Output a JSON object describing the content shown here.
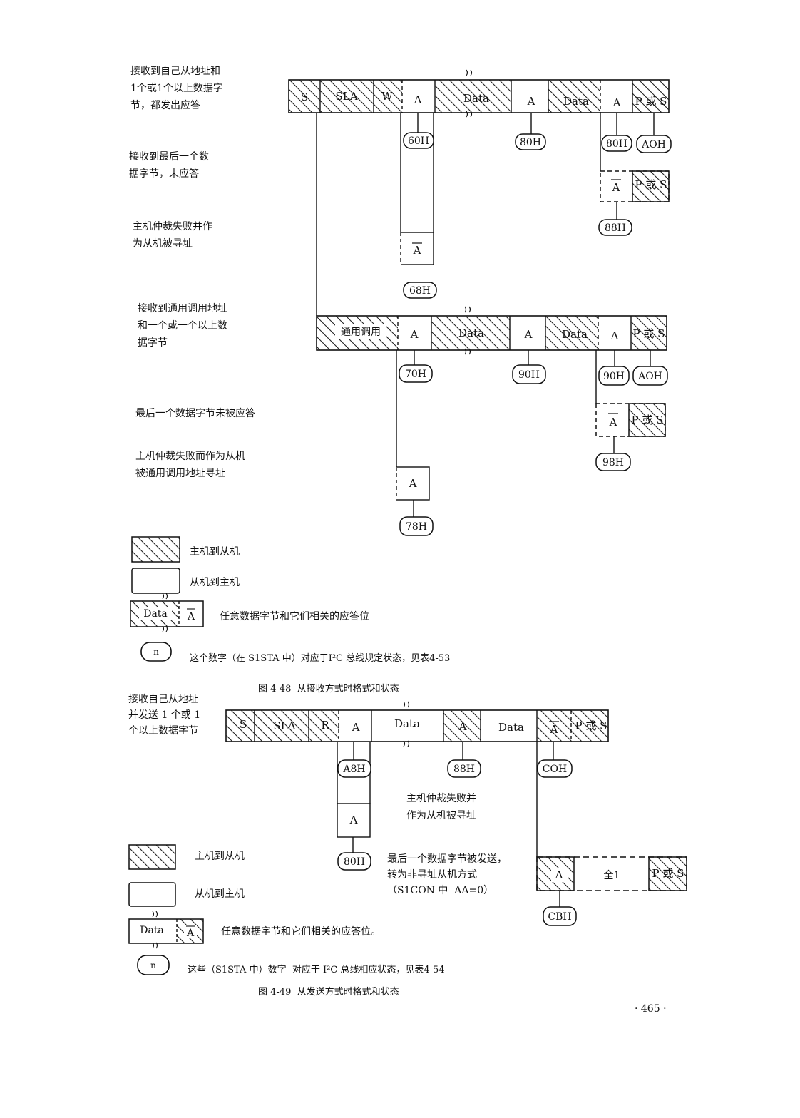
{
  "diagram1": {
    "row_labels": [
      "接收到自己从地址和\n1个或1个以上数据字\n节，都发出应答",
      "接收到最后一个数\n据字节，未应答",
      "主机仲裁失败并作\n为从机被寻址",
      "接收到通用调用地址\n和一个或一个以上数\n据字节",
      "最后一个数据字节未被应答",
      "主机仲裁失败而作为从机\n被通用调用地址寻址"
    ],
    "frame_main": [
      "S",
      "SLA",
      "W",
      "A",
      "Data",
      "A",
      "Data",
      "A",
      "P 或 S"
    ],
    "frame_nack": [
      "A",
      "P 或 S"
    ],
    "frame_lost": [
      "A"
    ],
    "frame_general": [
      "通用调用",
      "A",
      "Data",
      "A",
      "Data",
      "A",
      "P 或 S"
    ],
    "frame_general_nack": [
      "A",
      "P 或 S"
    ],
    "frame_general_lost": [
      "A"
    ],
    "states": {
      "s60": "60H",
      "s80a": "80H",
      "s80b": "80H",
      "sA0a": "AOH",
      "s88": "88H",
      "s68": "68H",
      "s70": "70H",
      "s90a": "90H",
      "s90b": "90H",
      "sA0b": "AOH",
      "s98": "98H",
      "s78": "78H"
    },
    "legend": {
      "master_to_slave": "主机到从机",
      "slave_to_master": "从机到主机",
      "data_ack": "任意数据字节和它们相关的应答位",
      "data_box": "Data",
      "ack_box": "A",
      "n_box": "n",
      "n_note": "这个数字（在 S1STA 中）对应于I²C 总线规定状态，见表4-53"
    },
    "caption": "图 4-48  从接收方式时格式和状态"
  },
  "diagram2": {
    "row_label": "接收自己从地址\n并发送 1 个或 1\n个以上数据字节",
    "frame_main": [
      "S",
      "SLA",
      "R",
      "A",
      "Data",
      "A",
      "Data",
      "A",
      "P 或 S"
    ],
    "frame_lost": [
      "A"
    ],
    "frame_last": [
      "A",
      "全1",
      "P 或 S"
    ],
    "note_lost": "主机仲裁失败并\n作为从机被寻址",
    "note_last": "最后一个数据字节被发送，\n转为非寻址从机方式\n（S1CON 中  AA=0）",
    "states": {
      "sA8": "A8H",
      "s80": "80H",
      "sB8": "88H",
      "sC0": "COH",
      "sC8": "CBH"
    },
    "legend": {
      "master_to_slave": "主机到从机",
      "slave_to_master": "从机到主机",
      "data_ack": "任意数据字节和它们相关的应答位。",
      "data_box": "Data",
      "ack_box": "A",
      "n_box": "n",
      "n_note": "这些（S1STA 中）数字  对应于 I²C 总线相应状态，见表4-54"
    },
    "caption": "图 4-49  从发送方式时格式和状态"
  },
  "page_number": "· 465 ·"
}
